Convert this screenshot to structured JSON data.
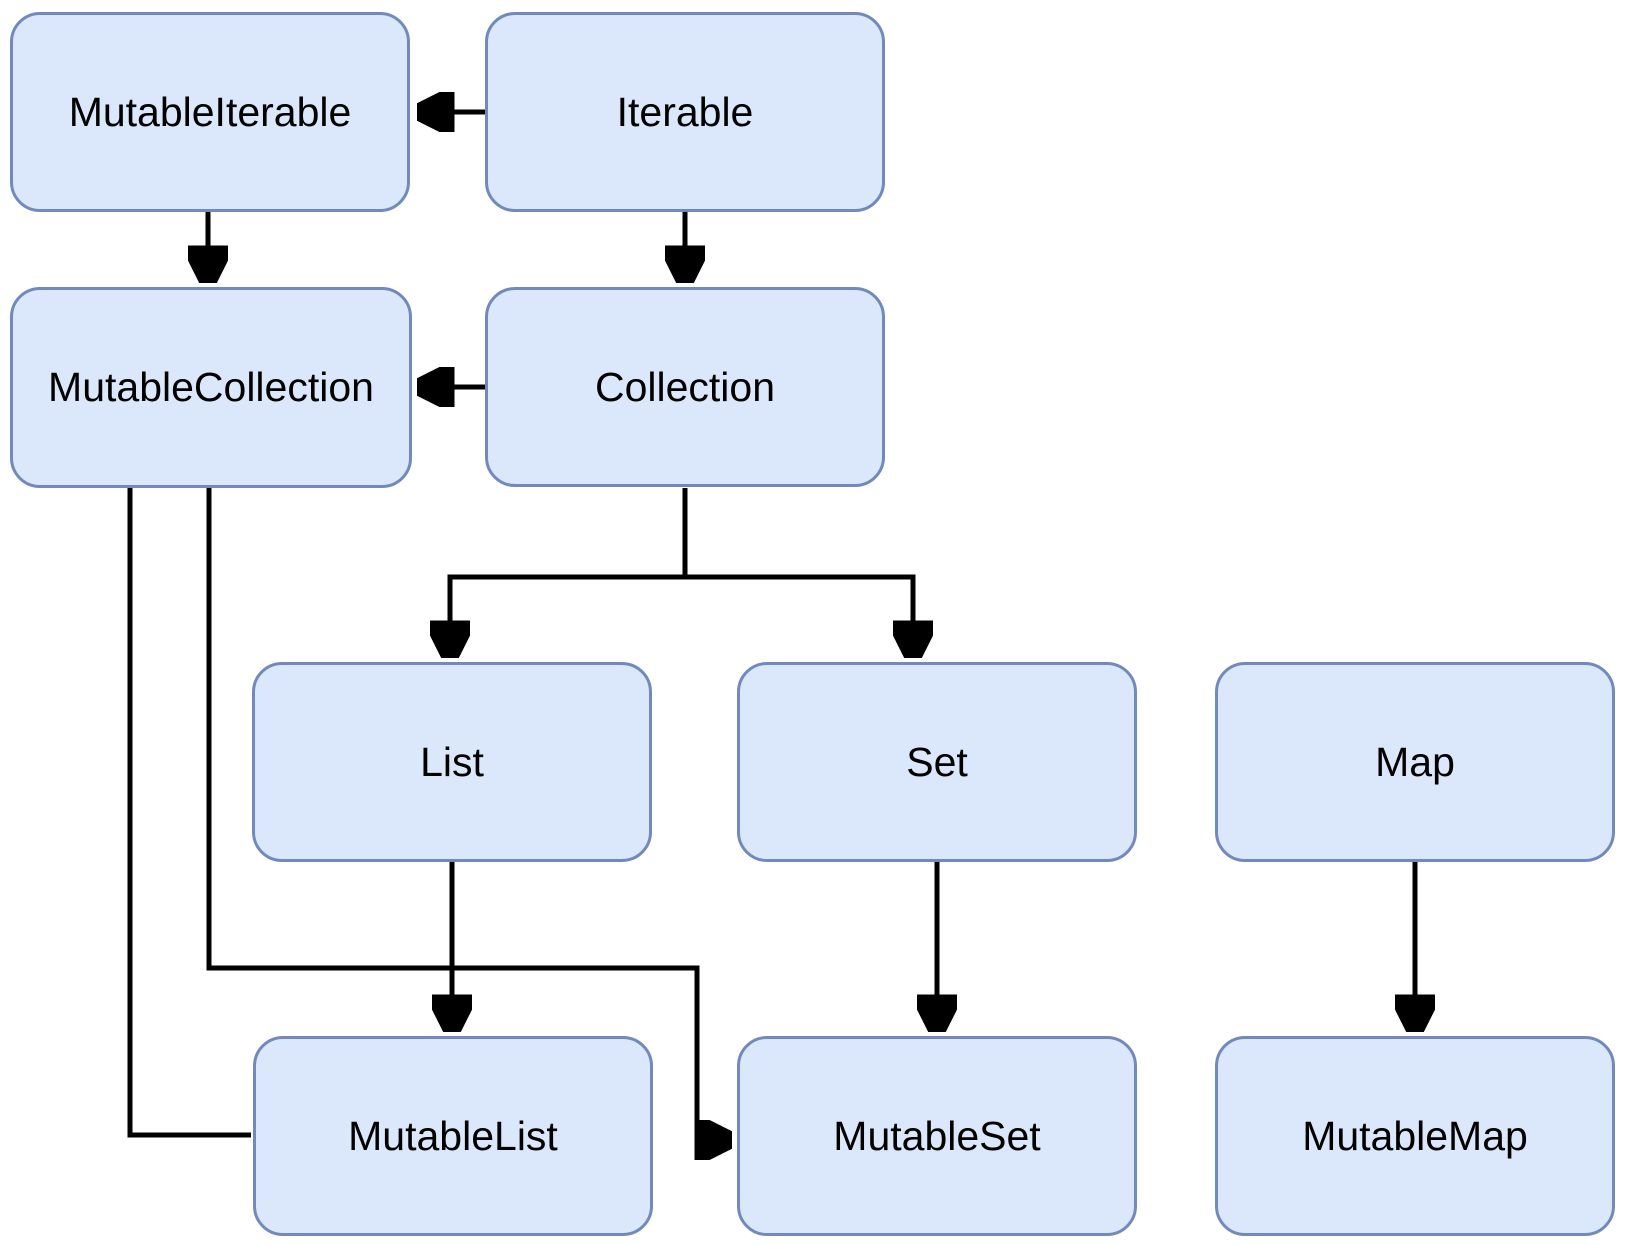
{
  "diagram": {
    "type": "class-hierarchy",
    "nodes": [
      {
        "id": "mutable-iterable",
        "label": "MutableIterable"
      },
      {
        "id": "iterable",
        "label": "Iterable"
      },
      {
        "id": "mutable-collection",
        "label": "MutableCollection"
      },
      {
        "id": "collection",
        "label": "Collection"
      },
      {
        "id": "list",
        "label": "List"
      },
      {
        "id": "set",
        "label": "Set"
      },
      {
        "id": "map",
        "label": "Map"
      },
      {
        "id": "mutable-list",
        "label": "MutableList"
      },
      {
        "id": "mutable-set",
        "label": "MutableSet"
      },
      {
        "id": "mutable-map",
        "label": "MutableMap"
      }
    ],
    "edges": [
      {
        "from": "Iterable",
        "to": "MutableIterable",
        "arrowhead": true
      },
      {
        "from": "Iterable",
        "to": "Collection",
        "arrowhead": true
      },
      {
        "from": "MutableIterable",
        "to": "MutableCollection",
        "arrowhead": true
      },
      {
        "from": "Collection",
        "to": "MutableCollection",
        "arrowhead": true
      },
      {
        "from": "Collection",
        "to": "List",
        "arrowhead": true
      },
      {
        "from": "Collection",
        "to": "Set",
        "arrowhead": true
      },
      {
        "from": "List",
        "to": "MutableList",
        "arrowhead": true
      },
      {
        "from": "Set",
        "to": "MutableSet",
        "arrowhead": true
      },
      {
        "from": "Map",
        "to": "MutableMap",
        "arrowhead": true
      },
      {
        "from": "MutableCollection",
        "to": "MutableList",
        "arrowhead": false
      },
      {
        "from": "MutableCollection",
        "to": "MutableSet",
        "arrowhead": true
      }
    ],
    "colors": {
      "node_fill": "#dbe8fb",
      "node_border": "#7289bd",
      "edge": "#000000",
      "label": "#000000",
      "background": "#ffffff"
    }
  }
}
